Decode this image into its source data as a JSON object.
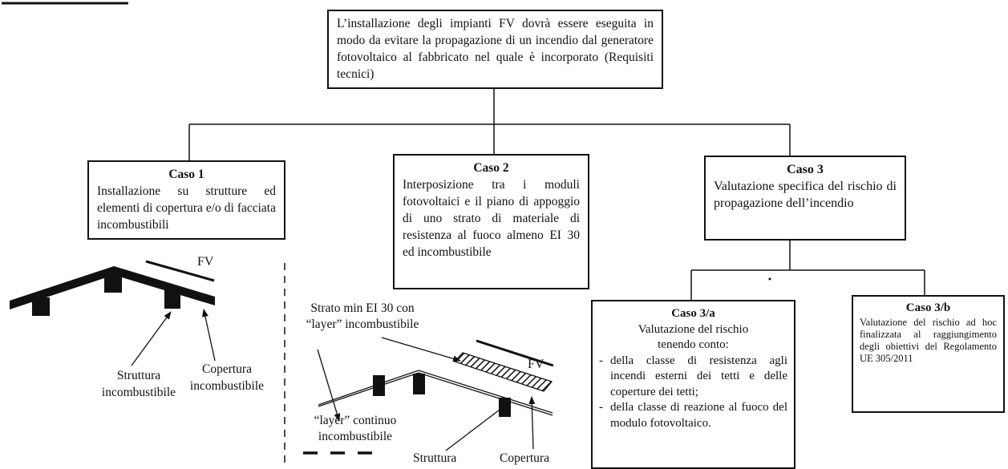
{
  "top_box": {
    "text": "L’installazione degli impianti FV dovrà essere eseguita in modo da evitare la propagazione di un incendio dal generatore fotovoltaico al fabbricato nel quale è incorporato (Requisiti tecnici)"
  },
  "caso1": {
    "title": "Caso 1",
    "text": "Installazione su strutture ed elementi di copertura e/o di facciata incombustibili"
  },
  "caso2": {
    "title": "Caso 2",
    "text": "Interposizione tra i moduli fotovoltaici e il piano di appoggio di uno strato di materiale di resistenza al fuoco almeno EI 30 ed incombustibile"
  },
  "caso3": {
    "title": "Caso 3",
    "text": "Valutazione specifica del rischio di propagazione dell’incendio"
  },
  "caso3a": {
    "title": "Caso 3/a",
    "intro": "Valutazione del rischio tenendo conto:",
    "items": [
      "della classe di resistenza agli incendi esterni dei tetti e delle coperture dei tetti;",
      "della classe di reazione al fuoco del modulo fotovoltaico."
    ]
  },
  "caso3b": {
    "title": "Caso 3/b",
    "text": "Valutazione del rischio ad hoc finalizzata al raggiungimento degli obiettivi del Regolamento UE 305/2011"
  },
  "figure1": {
    "fv": "FV",
    "struttura": "Struttura incombustibile",
    "copertura": "Copertura incombustibile"
  },
  "figure2": {
    "strato": "Strato min EI 30 con “layer” incombustibile",
    "fv": "FV",
    "layer": "“layer” continuo incombustibile",
    "struttura": "Struttura",
    "copertura": "Copertura"
  }
}
